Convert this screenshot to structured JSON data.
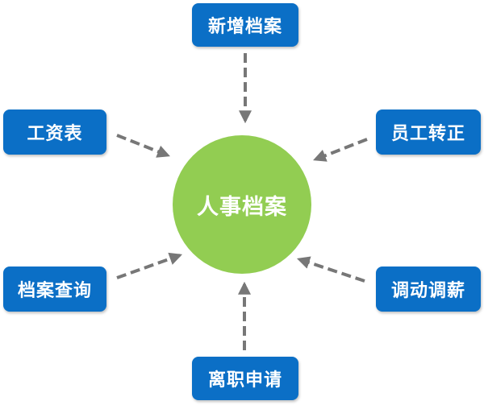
{
  "center": {
    "label": "人事档案"
  },
  "nodes": {
    "top": "新增档案",
    "left_upper": "工资表",
    "right_upper": "员工转正",
    "left_lower": "档案查询",
    "right_lower": "调动调薪",
    "bottom": "离职申请"
  },
  "colors": {
    "node_fill": "#0b6fc6",
    "center_fill": "#92cd52",
    "arrow": "#777777"
  }
}
